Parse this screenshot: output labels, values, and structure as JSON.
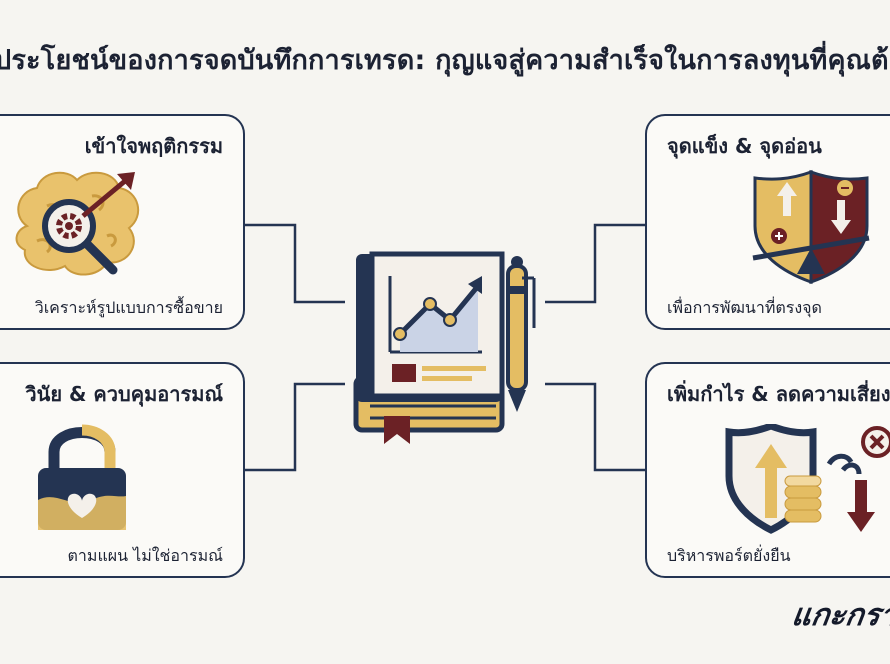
{
  "title": "ประโยชน์ของการจดบันทึกการเทรด: กุญแจสู่ความสำเร็จในการลงทุนที่คุณต้องรู้",
  "cards": {
    "top_left": {
      "title": "เข้าใจพฤติกรรม",
      "caption": "วิเคราะห์รูปแบบการซื้อขาย",
      "icon": "brain-analysis-icon"
    },
    "bottom_left": {
      "title": "วินัย & ควบคุมอารมณ์",
      "caption": "ตามแผน ไม่ใช่อารมณ์",
      "icon": "padlock-heart-icon"
    },
    "top_right": {
      "title": "จุดแข็ง & จุดอ่อน",
      "caption": "เพื่อการพัฒนาที่ตรงจุด",
      "icon": "shield-balance-icon"
    },
    "bottom_right": {
      "title": "เพิ่มกำไร & ลดความเสี่ยง",
      "caption": "บริหารพอร์ตยั่งยืน",
      "icon": "profit-risk-icon"
    }
  },
  "center": {
    "icon": "trading-journal-icon"
  },
  "signature": "แกะกราฟ",
  "colors": {
    "navy": "#243452",
    "gold": "#e4bd63",
    "maroon": "#6b2125",
    "light_gold": "#f2d9a0"
  }
}
